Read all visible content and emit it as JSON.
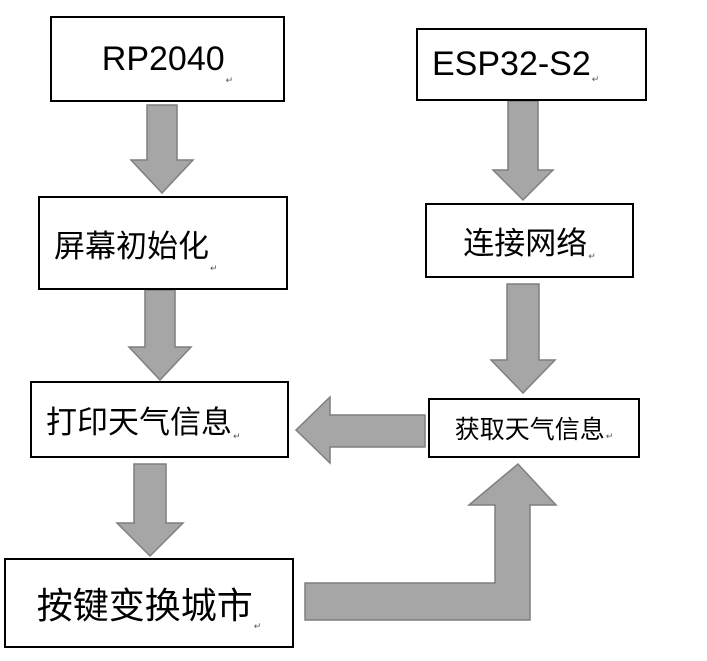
{
  "nodes": {
    "rp2040": "RP2040",
    "esp32": "ESP32-S2",
    "screen_init": "屏幕初始化",
    "connect": "连接网络",
    "print": "打印天气信息",
    "fetch": "获取天气信息",
    "key": "按键变换城市"
  },
  "paragraph_mark": "↵",
  "colors": {
    "arrow_fill": "#a6a6a6",
    "arrow_stroke": "#7f7f7f",
    "box_border": "#000000"
  }
}
